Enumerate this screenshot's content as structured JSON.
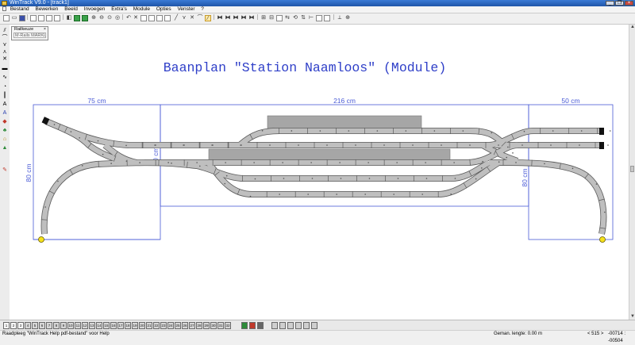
{
  "window": {
    "title": "WinTrack  V9.0 - [track1]",
    "minimize": "_",
    "restore": "❐",
    "close": "×"
  },
  "menu": [
    "Bestand",
    "Bewerken",
    "Beeld",
    "Invoegen",
    "Extra's",
    "Module",
    "Opties",
    "Venster",
    "?"
  ],
  "toolbar": {
    "icons": [
      "new-file-icon",
      "open-folder-icon",
      "save-icon",
      "print-icon",
      "print-preview-icon",
      "copy-icon",
      "paste-icon",
      "3d-view-icon",
      "train-icon",
      "zoom-in-icon",
      "zoom-out-icon",
      "zoom-window-icon",
      "zoom-all-icon",
      "undo-icon",
      "redo-icon",
      "delete-icon",
      "rotate-icon",
      "mirror-icon",
      "select-icon",
      "rail-icon",
      "rail-icon",
      "rail-icon",
      "rail-icon",
      "draw-icon",
      "measure-icon",
      "text-icon",
      "layer-icon",
      "grid-icon",
      "snap-icon"
    ]
  },
  "popup": {
    "title": "Railkeuze",
    "value": "M-Rails MÄRKLIN C",
    "close": "×"
  },
  "canvas": {
    "heading": "Baanplan \"Station Naamloos\" (Module)",
    "dimensions": {
      "left_width": "75 cm",
      "middle_width": "216 cm",
      "right_width": "50 cm",
      "left_height": "80 cm",
      "middle_height": "40 cm",
      "right_height": "80 cm"
    },
    "colors": {
      "track": "#bfbfbf",
      "track_edge": "#5a5a5a",
      "platform": "#a6a6a6",
      "module_frame": "#4a5bd6",
      "heading": "#2f3fc8",
      "endpoint": "#f5e11a"
    }
  },
  "layers": [
    "1",
    "2",
    "3",
    "4",
    "5",
    "6",
    "7",
    "8",
    "9",
    "10",
    "11",
    "12",
    "13",
    "14",
    "15",
    "16",
    "17",
    "18",
    "19",
    "20",
    "21",
    "22",
    "23",
    "24",
    "25",
    "26",
    "27",
    "28",
    "29",
    "30",
    "31",
    "32"
  ],
  "status": {
    "help": "Raadpleeg \"WinTrack Help pdf-bestand\" voor Help",
    "length": "Geman. lengte: 0.00 m",
    "coords": "< 515 >",
    "position": "-00714 : -00504"
  }
}
